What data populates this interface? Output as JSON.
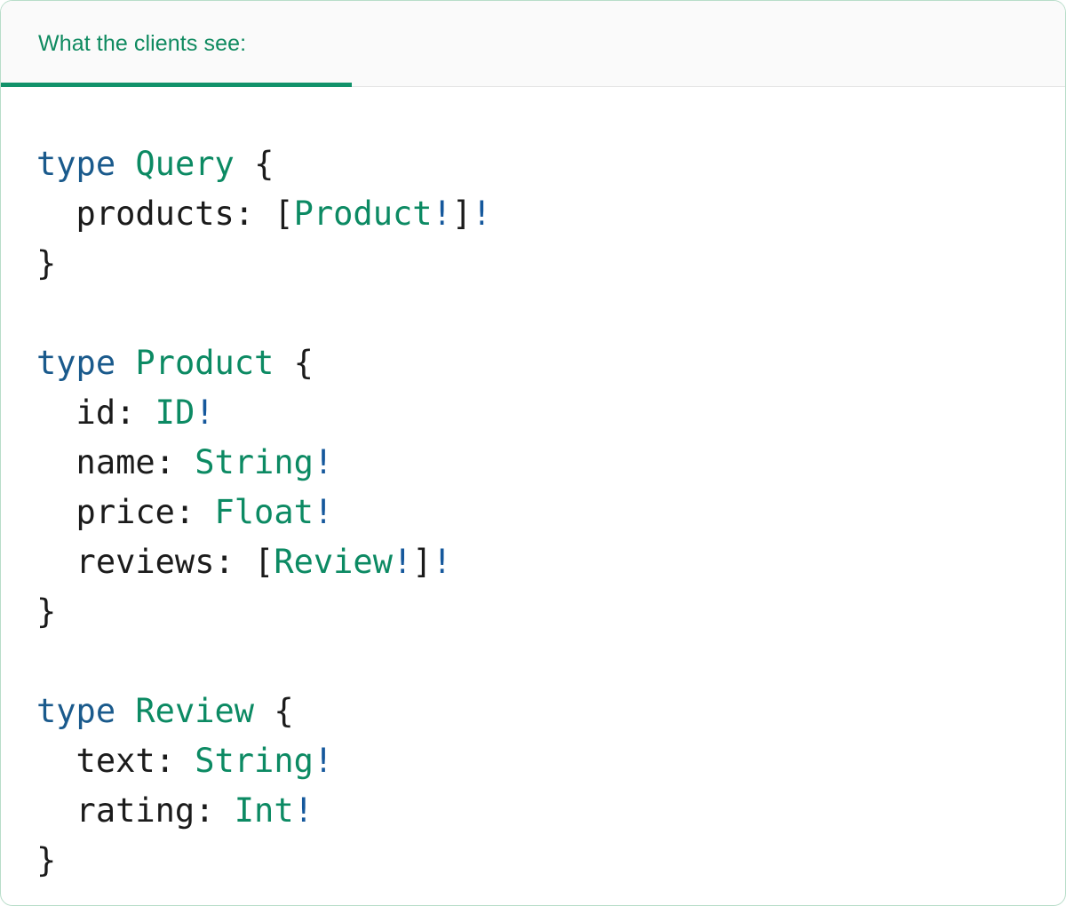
{
  "card": {
    "border_color": "#b8ddc9",
    "background": "#ffffff"
  },
  "header": {
    "tab_label": "What the clients see:",
    "tab_active": true,
    "accent_color": "#0f8a60",
    "underline_color": "#11926a",
    "strip_background": "#fafafa",
    "divider_color": "#e3e3e3"
  },
  "colors": {
    "keyword": "#1a5a8c",
    "type_name": "#0c8a63",
    "punctuation": "#1b1b1b",
    "field_name": "#1b1b1b",
    "non_null_bang": "#15589c"
  },
  "code": {
    "language": "graphql",
    "plain_text": "type Query {\n  products: [Product!]!\n}\n\ntype Product {\n  id: ID!\n  name: String!\n  price: Float!\n  reviews: [Review!]!\n}\n\ntype Review {\n  text: String!\n  rating: Int!\n}",
    "lines": [
      {
        "tokens": [
          {
            "t": "type",
            "c": "kw"
          },
          {
            "t": " ",
            "c": "punc"
          },
          {
            "t": "Query",
            "c": "type"
          },
          {
            "t": " ",
            "c": "punc"
          },
          {
            "t": "{",
            "c": "punc"
          }
        ]
      },
      {
        "tokens": [
          {
            "t": "  products",
            "c": "field"
          },
          {
            "t": ": ",
            "c": "punc"
          },
          {
            "t": "[",
            "c": "punc"
          },
          {
            "t": "Product",
            "c": "type"
          },
          {
            "t": "!",
            "c": "bang"
          },
          {
            "t": "]",
            "c": "punc"
          },
          {
            "t": "!",
            "c": "bang"
          }
        ]
      },
      {
        "tokens": [
          {
            "t": "}",
            "c": "punc"
          }
        ]
      },
      {
        "tokens": []
      },
      {
        "tokens": [
          {
            "t": "type",
            "c": "kw"
          },
          {
            "t": " ",
            "c": "punc"
          },
          {
            "t": "Product",
            "c": "type"
          },
          {
            "t": " ",
            "c": "punc"
          },
          {
            "t": "{",
            "c": "punc"
          }
        ]
      },
      {
        "tokens": [
          {
            "t": "  id",
            "c": "field"
          },
          {
            "t": ": ",
            "c": "punc"
          },
          {
            "t": "ID",
            "c": "type"
          },
          {
            "t": "!",
            "c": "bang"
          }
        ]
      },
      {
        "tokens": [
          {
            "t": "  name",
            "c": "field"
          },
          {
            "t": ": ",
            "c": "punc"
          },
          {
            "t": "String",
            "c": "type"
          },
          {
            "t": "!",
            "c": "bang"
          }
        ]
      },
      {
        "tokens": [
          {
            "t": "  price",
            "c": "field"
          },
          {
            "t": ": ",
            "c": "punc"
          },
          {
            "t": "Float",
            "c": "type"
          },
          {
            "t": "!",
            "c": "bang"
          }
        ]
      },
      {
        "tokens": [
          {
            "t": "  reviews",
            "c": "field"
          },
          {
            "t": ": ",
            "c": "punc"
          },
          {
            "t": "[",
            "c": "punc"
          },
          {
            "t": "Review",
            "c": "type"
          },
          {
            "t": "!",
            "c": "bang"
          },
          {
            "t": "]",
            "c": "punc"
          },
          {
            "t": "!",
            "c": "bang"
          }
        ]
      },
      {
        "tokens": [
          {
            "t": "}",
            "c": "punc"
          }
        ]
      },
      {
        "tokens": []
      },
      {
        "tokens": [
          {
            "t": "type",
            "c": "kw"
          },
          {
            "t": " ",
            "c": "punc"
          },
          {
            "t": "Review",
            "c": "type"
          },
          {
            "t": " ",
            "c": "punc"
          },
          {
            "t": "{",
            "c": "punc"
          }
        ]
      },
      {
        "tokens": [
          {
            "t": "  text",
            "c": "field"
          },
          {
            "t": ": ",
            "c": "punc"
          },
          {
            "t": "String",
            "c": "type"
          },
          {
            "t": "!",
            "c": "bang"
          }
        ]
      },
      {
        "tokens": [
          {
            "t": "  rating",
            "c": "field"
          },
          {
            "t": ": ",
            "c": "punc"
          },
          {
            "t": "Int",
            "c": "type"
          },
          {
            "t": "!",
            "c": "bang"
          }
        ]
      },
      {
        "tokens": [
          {
            "t": "}",
            "c": "punc"
          }
        ]
      }
    ]
  }
}
